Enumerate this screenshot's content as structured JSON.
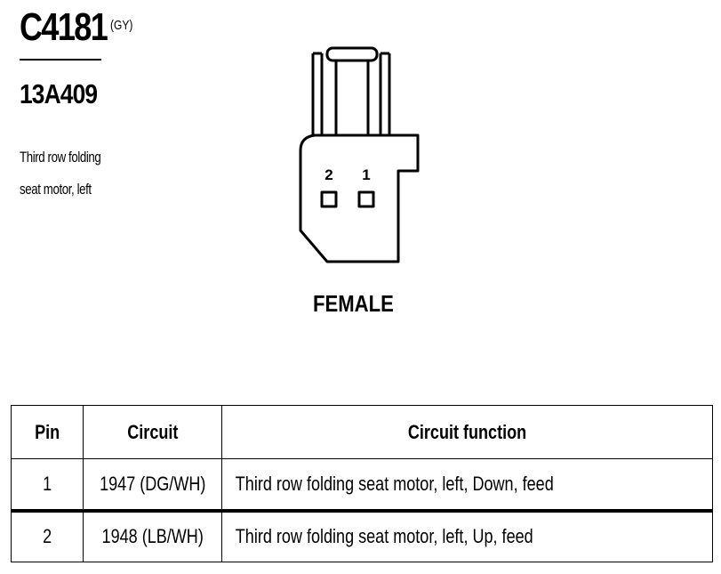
{
  "connector": {
    "id": "C4181",
    "color_code": "(GY)",
    "part_number": "13A409",
    "description_line1": "Third row folding",
    "description_line2": "seat motor, left",
    "view_label": "FEMALE",
    "pin_labels": [
      "2",
      "1"
    ]
  },
  "table": {
    "headers": {
      "pin": "Pin",
      "circuit": "Circuit",
      "function": "Circuit function"
    },
    "rows": [
      {
        "pin": "1",
        "circuit": "1947 (DG/WH)",
        "function": "Third row folding seat motor, left, Down, feed"
      },
      {
        "pin": "2",
        "circuit": "1948 (LB/WH)",
        "function": "Third row folding seat motor, left, Up, feed"
      }
    ]
  }
}
